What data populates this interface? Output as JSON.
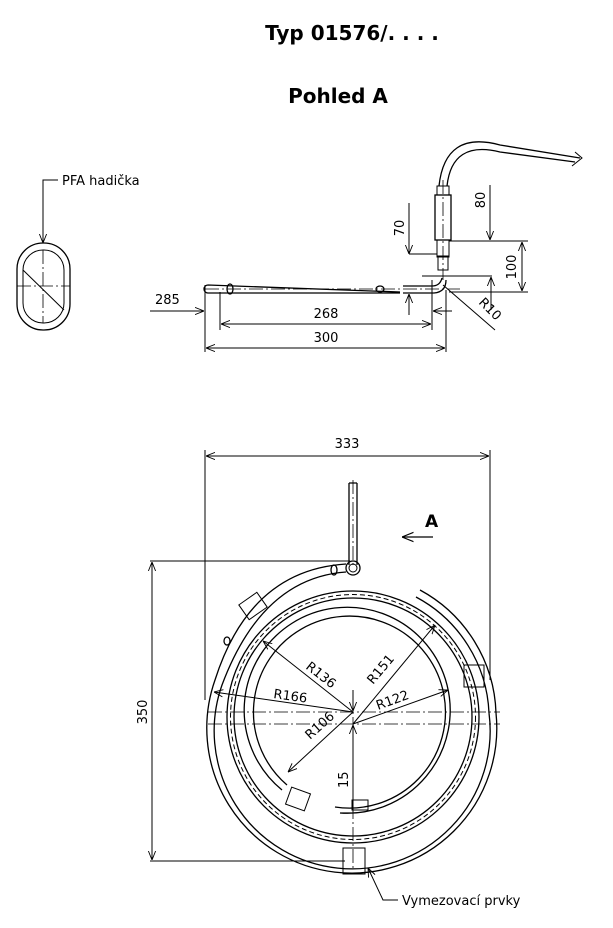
{
  "title": "Typ 01576/. . . .",
  "view_label": "Pohled A",
  "callouts": {
    "tube": "PFA hadička",
    "spacers": "Vymezovací prvky"
  },
  "view_marker": "A",
  "side_view_dims": {
    "d285": "285",
    "d268": "268",
    "d300": "300",
    "d70": "70",
    "d80": "80",
    "d100": "100",
    "r10": "R10"
  },
  "top_view_dims": {
    "d333": "333",
    "d350": "350",
    "r136": "R136",
    "r151": "R151",
    "r166": "R166",
    "r122": "R122",
    "r106": "R106",
    "d15": "15"
  }
}
